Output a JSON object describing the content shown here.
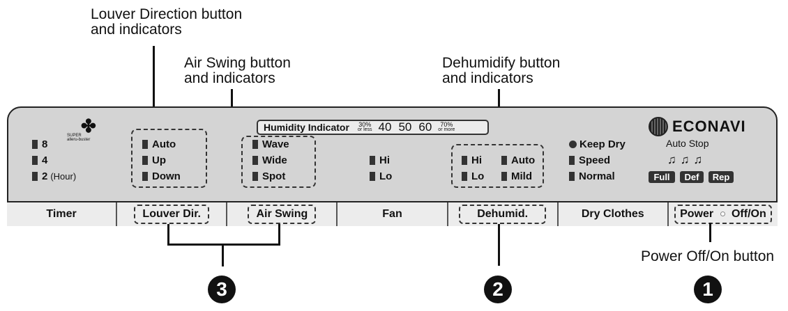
{
  "callouts": {
    "louver": [
      "Louver Direction button",
      "and indicators"
    ],
    "airswing": [
      "Air Swing button",
      "and indicators"
    ],
    "dehumidify": [
      "Dehumidify button",
      "and indicators"
    ],
    "power": "Power Off/On button"
  },
  "numbers": {
    "n1": "1",
    "n2": "2",
    "n3": "3"
  },
  "logo": {
    "line1": "SUPER",
    "line2": "alleru-buster"
  },
  "timer": {
    "i8": "8",
    "i4": "4",
    "i2": "2",
    "i2_unit": "(Hour)"
  },
  "louver": {
    "auto": "Auto",
    "up": "Up",
    "down": "Down"
  },
  "airswing": {
    "wave": "Wave",
    "wide": "Wide",
    "spot": "Spot"
  },
  "humidity": {
    "label": "Humidity Indicator",
    "low": "30%",
    "low_sub": "or less",
    "t40": "40",
    "t50": "50",
    "t60": "60",
    "high": "70%",
    "high_sub": "or more"
  },
  "fan": {
    "hi": "Hi",
    "lo": "Lo"
  },
  "dehumid": {
    "hi": "Hi",
    "lo": "Lo",
    "auto": "Auto",
    "mild": "Mild"
  },
  "dryclothes": {
    "keep_dry": "Keep Dry",
    "speed": "Speed",
    "normal": "Normal"
  },
  "econavi": {
    "brand": "ECONAVI",
    "auto_stop": "Auto Stop",
    "hangers": "♫♫♫",
    "full": "Full",
    "def": "Def",
    "rep": "Rep"
  },
  "buttons": {
    "timer": "Timer",
    "louver": "Louver Dir.",
    "airswing": "Air Swing",
    "fan": "Fan",
    "dehumid": "Dehumid.",
    "dryclothes": "Dry Clothes",
    "power": "Power",
    "offon": "Off/On"
  }
}
